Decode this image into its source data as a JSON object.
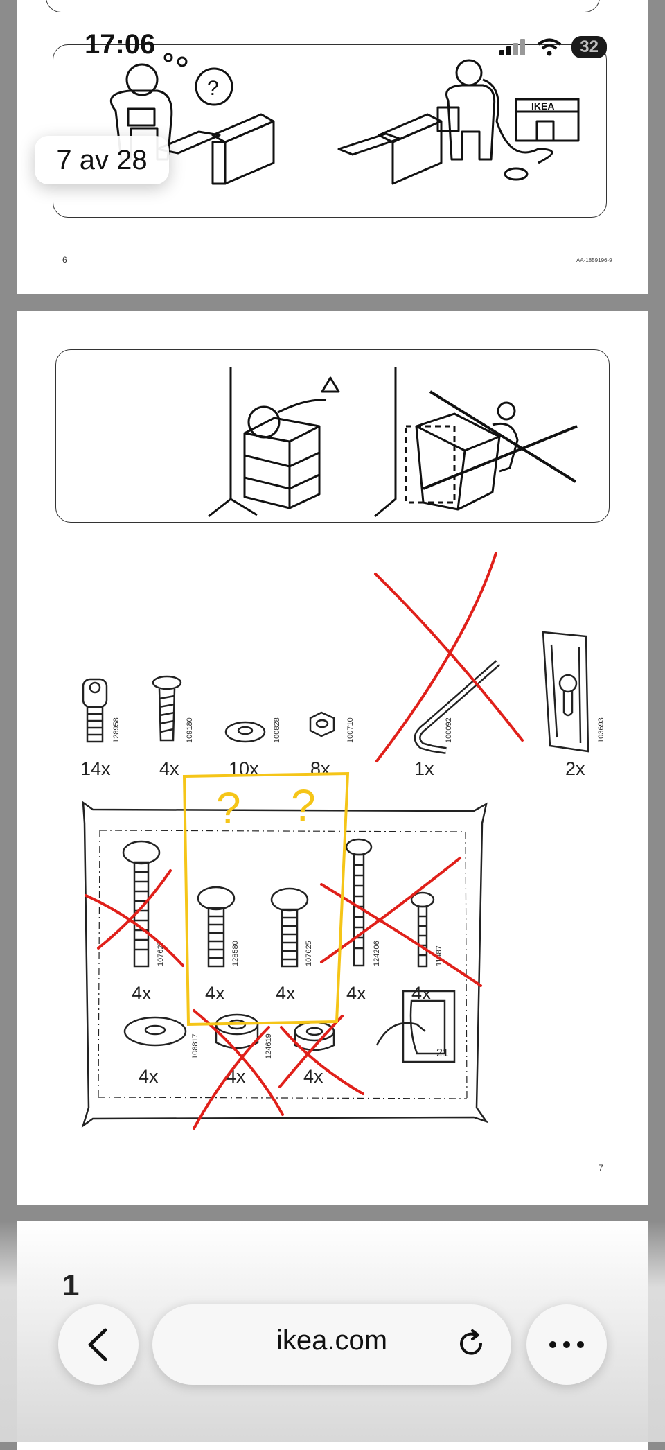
{
  "status_bar": {
    "time": "17:06",
    "battery": "32"
  },
  "viewer": {
    "page_counter": "7 av 28"
  },
  "page6": {
    "page_number": "6",
    "doc_code": "AA-1859196-9",
    "ikea_sign": "IKEA"
  },
  "page7": {
    "page_number": "7",
    "hardware_top": [
      {
        "qty": "14x",
        "code": "128958"
      },
      {
        "qty": "4x",
        "code": "109180"
      },
      {
        "qty": "10x",
        "code": "100828"
      },
      {
        "qty": "8x",
        "code": "100710"
      },
      {
        "qty": "1x",
        "code": "100092"
      },
      {
        "qty": "2x",
        "code": "103693"
      }
    ],
    "bag_screws": [
      {
        "qty": "4x",
        "code": "107627"
      },
      {
        "qty": "4x",
        "code": "128580"
      },
      {
        "qty": "4x",
        "code": "107625"
      },
      {
        "qty": "4x",
        "code": "124206"
      },
      {
        "qty": "4x",
        "code": "11487"
      }
    ],
    "bag_bottom": [
      {
        "qty": "4x",
        "code": "108817"
      },
      {
        "qty": "4x",
        "code": "124619"
      },
      {
        "qty": "4x",
        "code": ""
      }
    ],
    "sticker_number": "21",
    "annotation_marks": [
      "?",
      "?"
    ]
  },
  "page8": {
    "step_number": "1"
  },
  "browser": {
    "url": "ikea.com"
  },
  "colors": {
    "annotation_red": "#e0201a",
    "annotation_yellow": "#f5c518",
    "page_bg": "#8c8c8c"
  }
}
